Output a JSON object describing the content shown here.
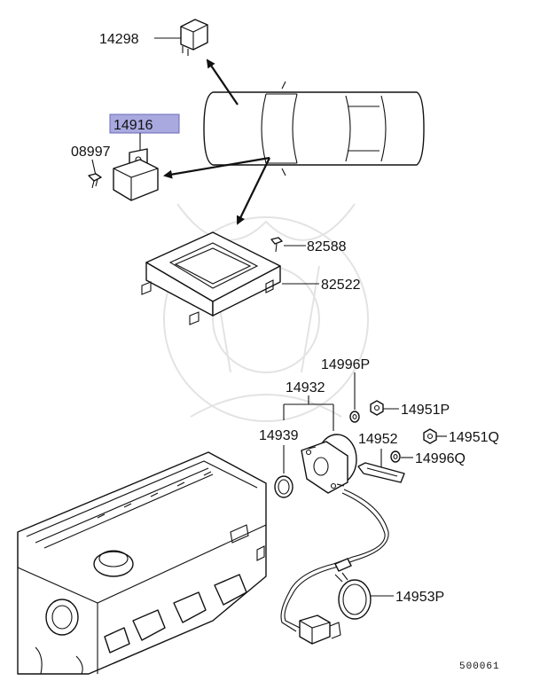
{
  "parts": {
    "p14298": "14298",
    "p14916": "14916",
    "p08997": "08997",
    "p82588": "82588",
    "p82522": "82522",
    "p14996P": "14996P",
    "p14932": "14932",
    "p14951P": "14951P",
    "p14939": "14939",
    "p14952": "14952",
    "p14951Q": "14951Q",
    "p14996Q": "14996Q",
    "p14953P": "14953P"
  },
  "reference_number": "500061",
  "highlight_color": "#a9a9e0"
}
